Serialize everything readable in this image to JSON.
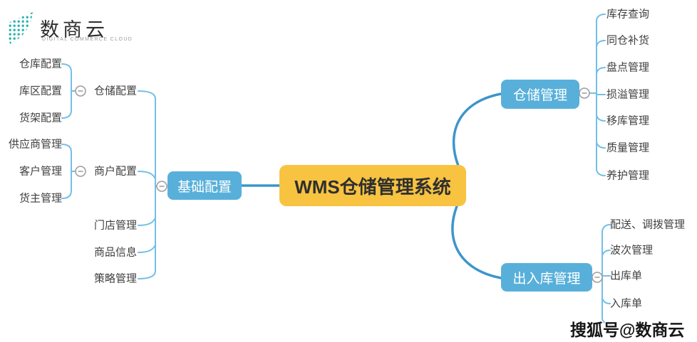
{
  "logo": {
    "name": "数商云",
    "tagline": "DIGITAL COMMERCE CLOUD"
  },
  "root": {
    "label": "WMS仓储管理系统"
  },
  "left_branch": {
    "label": "基础配置",
    "children": [
      {
        "label": "仓储配置",
        "children": [
          "仓库配置",
          "库区配置",
          "货架配置"
        ]
      },
      {
        "label": "商户配置",
        "children": [
          "供应商管理",
          "客户管理",
          "货主管理"
        ]
      },
      {
        "label": "门店管理"
      },
      {
        "label": "商品信息"
      },
      {
        "label": "策略管理"
      }
    ]
  },
  "right_branches": [
    {
      "label": "仓储管理",
      "children": [
        "库存查询",
        "同仓补货",
        "盘点管理",
        "损溢管理",
        "移库管理",
        "质量管理",
        "养护管理"
      ]
    },
    {
      "label": "出入库管理",
      "children": [
        "配送、调拨管理",
        "波次管理",
        "出库单",
        "入库单"
      ]
    }
  ],
  "watermark": "搜狐号@数商云",
  "colors": {
    "node_blue": "#58b0da",
    "root_yellow": "#f7c341",
    "line_main": "#3d95cd",
    "line_branch": "#74bfe6",
    "logo_teal": "#2ab5ad",
    "text": "#3f3f3f"
  }
}
